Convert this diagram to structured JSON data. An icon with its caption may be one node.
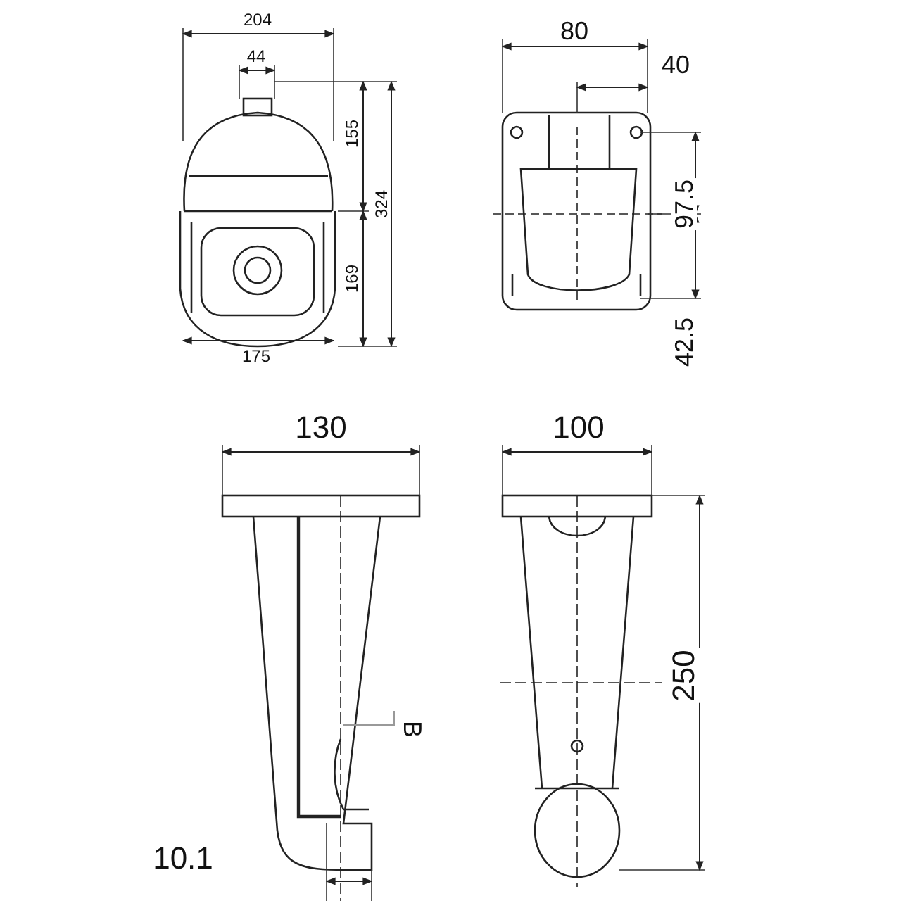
{
  "diagram": {
    "labels": [
      "204",
      "44",
      "155",
      "324",
      "169",
      "175",
      "80",
      "40",
      "97.5",
      "42.5",
      "130",
      "100",
      "250",
      "10.1",
      "B"
    ]
  }
}
